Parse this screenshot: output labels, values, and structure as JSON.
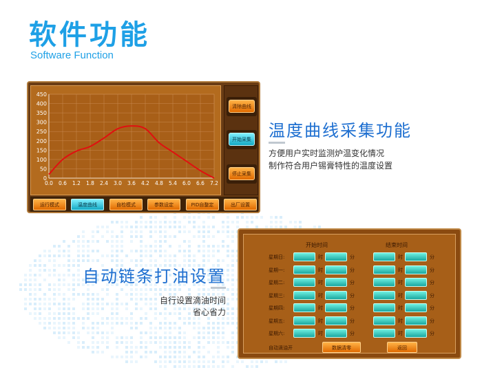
{
  "header": {
    "title": "软件功能",
    "subtitle": "Software Function"
  },
  "panel1": {
    "side_buttons": [
      {
        "label": "清除曲线"
      },
      {
        "label": "开始采集"
      },
      {
        "label": "停止采集"
      }
    ],
    "bottom_buttons": [
      {
        "label": "运行模式"
      },
      {
        "label": "温度曲线"
      },
      {
        "label": "自检模式"
      },
      {
        "label": "参数设定"
      },
      {
        "label": "PID自整定"
      },
      {
        "label": "出厂设置"
      }
    ]
  },
  "chart_data": {
    "type": "line",
    "x_ticks": [
      "0.0",
      "0.6",
      "1.2",
      "1.8",
      "2.4",
      "3.0",
      "3.6",
      "4.2",
      "4.8",
      "5.4",
      "6.0",
      "6.6",
      "7.2"
    ],
    "y_ticks": [
      "0",
      "50",
      "100",
      "150",
      "200",
      "250",
      "300",
      "350",
      "400",
      "450"
    ],
    "xlim": [
      0,
      7.2
    ],
    "ylim": [
      0,
      450
    ],
    "series": [
      {
        "color": "#e01010",
        "x": [
          0.0,
          0.6,
          1.2,
          1.8,
          2.4,
          3.0,
          3.6,
          4.2,
          4.8,
          5.4,
          6.0,
          6.6,
          7.2
        ],
        "y": [
          20,
          100,
          145,
          170,
          215,
          265,
          280,
          265,
          190,
          140,
          90,
          40,
          0
        ]
      }
    ]
  },
  "feature1": {
    "title": "温度曲线采集功能",
    "desc_line1": "方便用户实时监测炉温变化情况",
    "desc_line2": "制作符合用户锡膏特性的温度设置"
  },
  "feature2": {
    "title": "自动链条打油设置",
    "desc_line1": "自行设置滴油时间",
    "desc_line2": "省心省力"
  },
  "panel2": {
    "start_header": "开始时间",
    "end_header": "结束时间",
    "hour_unit": "时",
    "minute_unit": "分",
    "days": [
      "星期日:",
      "星期一:",
      "星期二:",
      "星期三:",
      "星期四:",
      "星期五:",
      "星期六:"
    ],
    "auto_label": "自动滴油开",
    "clear_button": "数据清零",
    "back_button": "返回"
  },
  "colors": {
    "accent_blue": "#1ea0e6",
    "title_blue": "#1e6fd0",
    "panel_brown": "#6a3c14",
    "button_orange": "#ff9a1a",
    "button_cyan": "#36d4e8",
    "curve_red": "#e01010"
  }
}
